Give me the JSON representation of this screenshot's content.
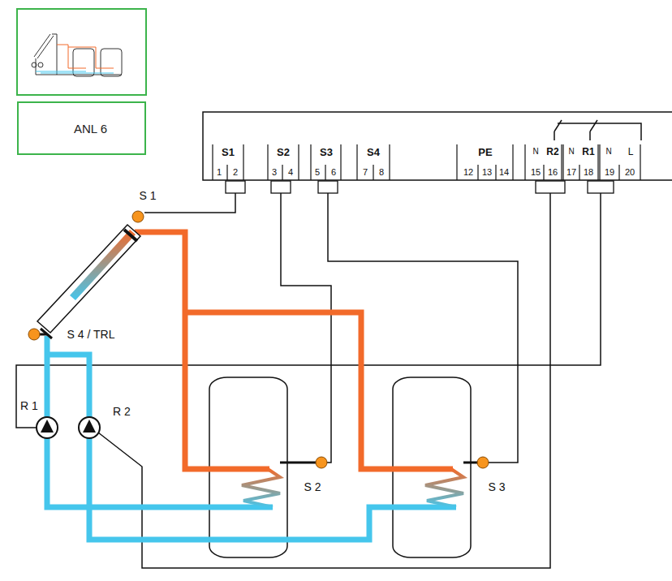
{
  "diagram": {
    "nodes": [
      {
        "text": [
          "ANL 6"
        ]
      }
    ],
    "labels": [
      "S1",
      "1",
      "2",
      "S2",
      "3",
      "4",
      "S3",
      "5",
      "6",
      "S4",
      "7",
      "8",
      "PE",
      "12",
      "13",
      "14",
      "N",
      "R2",
      "15",
      "16",
      "N",
      "R1",
      "17",
      "18",
      "N",
      "L",
      "19",
      "20",
      "S 1",
      "S 4 / TRL",
      "R 1",
      "R 2",
      "S 2",
      "S 3"
    ]
  }
}
